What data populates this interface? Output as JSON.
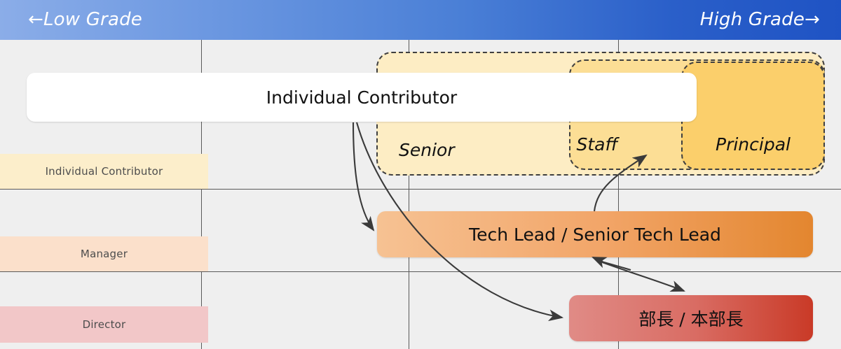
{
  "header": {
    "left_label": "←Low Grade",
    "right_label": "High Grade→",
    "gradient_from": "#8BADE8",
    "gradient_to": "#1F53C4"
  },
  "row_labels": [
    {
      "label": "Individual Contributor",
      "color": "#FCEECB"
    },
    {
      "label": "Manager",
      "color": "#FBE0CB"
    },
    {
      "label": "Director",
      "color": "#F2C7C8"
    }
  ],
  "grade_groups": [
    {
      "label": "Senior",
      "color": "#FDEDC4"
    },
    {
      "label": "Staff",
      "color": "#FCDE95"
    },
    {
      "label": "Principal",
      "color": "#FBCF6B"
    }
  ],
  "role_bars": [
    {
      "label": "Individual Contributor",
      "color": "#FFFFFF"
    },
    {
      "label": "Tech Lead / Senior Tech Lead",
      "color": "#F2A568"
    },
    {
      "label": "部長 / 本部長",
      "color": "#D96C63"
    }
  ],
  "connections": [
    {
      "name": "ic-to-tech-lead",
      "from": "Individual Contributor",
      "to": "Tech Lead / Senior Tech Lead"
    },
    {
      "name": "ic-to-bucho",
      "from": "Individual Contributor",
      "to": "部長 / 本部長"
    },
    {
      "name": "tech-lead-to-staff",
      "from": "Tech Lead / Senior Tech Lead",
      "to": "Staff"
    },
    {
      "name": "tech-lead-to-bucho",
      "from": "Tech Lead / Senior Tech Lead",
      "to": "部長 / 本部長"
    }
  ],
  "grid": {
    "vertical_lines": [
      287,
      583,
      882
    ],
    "horizontal_lines": [
      270,
      388
    ],
    "line_color": "#5A5A5A"
  }
}
